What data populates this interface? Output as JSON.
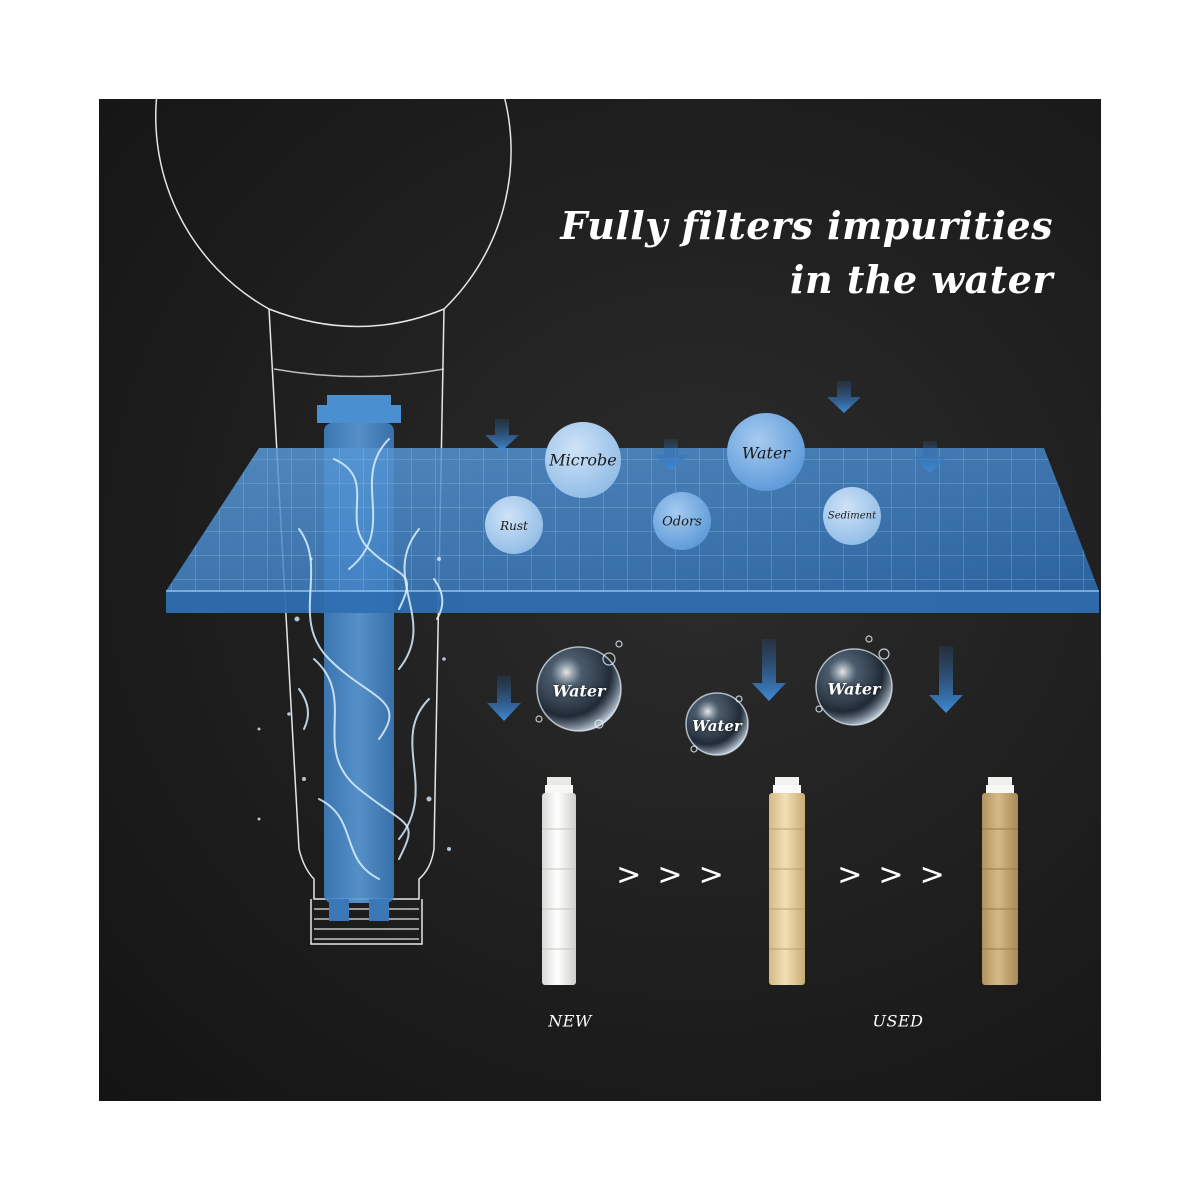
{
  "headline": {
    "line1": "Fully filters impurities",
    "line2": "in the water"
  },
  "impurities": {
    "microbe": "Microbe",
    "water": "Water",
    "rust": "Rust",
    "odors": "Odors",
    "sediment": "Sediment"
  },
  "filtered": {
    "water1": "Water",
    "water2": "Water",
    "water3": "Water"
  },
  "stages": {
    "arrows1": ">>>",
    "arrows2": ">>>",
    "new_label": "NEW",
    "used_label": "USED"
  },
  "colors": {
    "background": "#1e1e1e",
    "filter_sheet": "#3d7fc4",
    "cartridge_blue": "#4a8fd0",
    "cartridge_new": "#f4f4f2",
    "cartridge_mid": "#e8d3a6",
    "cartridge_used": "#c9ab77"
  }
}
